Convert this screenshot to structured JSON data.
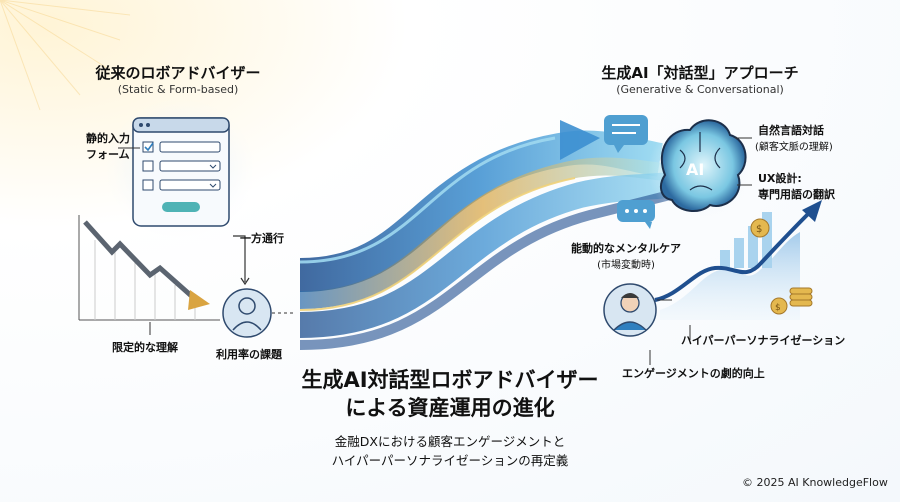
{
  "left": {
    "heading": "従来のロボアドバイザー",
    "heading_sub": "(Static & Form-based)",
    "form_label_1": "静的入力",
    "form_label_2": "フォーム",
    "one_way": "一方通行",
    "limited": "限定的な理解",
    "usage": "利用率の課題"
  },
  "right": {
    "heading": "生成AI「対話型」アプローチ",
    "heading_sub": "(Generative & Conversational)",
    "ai_text": "AI",
    "nlp": "自然言語対話",
    "nlp_sub": "(顧客文脈の理解)",
    "ux_1": "UX設計:",
    "ux_2": "専門用語の翻訳",
    "care": "能動的なメンタルケア",
    "care_sub": "(市場変動時)",
    "hyper": "ハイパーパーソナライゼーション",
    "engagement": "エンゲージメントの劇的向上"
  },
  "center": {
    "title_1": "生成AI対話型ロボアドバイザー",
    "title_2": "による資産運用の進化",
    "subtitle_1": "金融DXにおける顧客エンゲージメントと",
    "subtitle_2": "ハイパーパーソナライゼーションの再定義"
  },
  "footer": {
    "copyright": "© 2025 AI KnowledgeFlow"
  },
  "icons": [
    "form-icon",
    "user-icon",
    "brain-icon",
    "chat-bubble-icon",
    "coin-icon",
    "growth-arrow-icon",
    "decline-arrow-icon"
  ],
  "colors": {
    "accent_blue": "#2f7fbf",
    "gold": "#d9a441",
    "teal": "#4fb3b5",
    "dark": "#1c2f4a"
  }
}
